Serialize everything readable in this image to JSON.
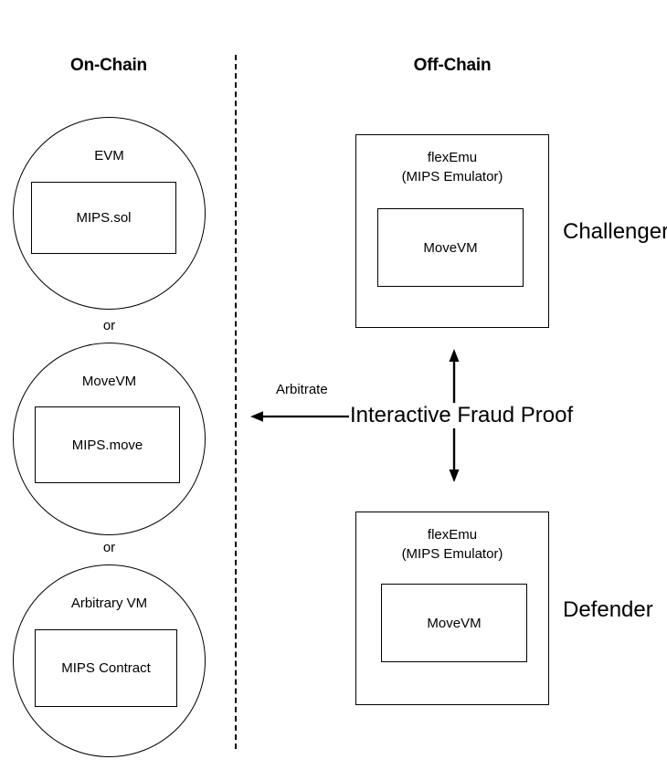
{
  "headers": {
    "on_chain": "On-Chain",
    "off_chain": "Off-Chain"
  },
  "on_chain": {
    "options": [
      {
        "vm_label": "EVM",
        "contract_label": "MIPS.sol"
      },
      {
        "vm_label": "MoveVM",
        "contract_label": "MIPS.move"
      },
      {
        "vm_label": "Arbitrary VM",
        "contract_label": "MIPS Contract"
      }
    ],
    "separator": "or"
  },
  "off_chain": {
    "nodes": [
      {
        "emulator_name": "flexEmu",
        "emulator_subtitle": "(MIPS Emulator)",
        "inner_vm": "MoveVM",
        "role": "Challenger"
      },
      {
        "emulator_name": "flexEmu",
        "emulator_subtitle": "(MIPS Emulator)",
        "inner_vm": "MoveVM",
        "role": "Defender"
      }
    ]
  },
  "center": {
    "protocol_label": "Interactive Fraud Proof",
    "arbitrate_label": "Arbitrate"
  },
  "colors": {
    "stroke": "#000000",
    "background": "#ffffff",
    "text": "#000000"
  }
}
